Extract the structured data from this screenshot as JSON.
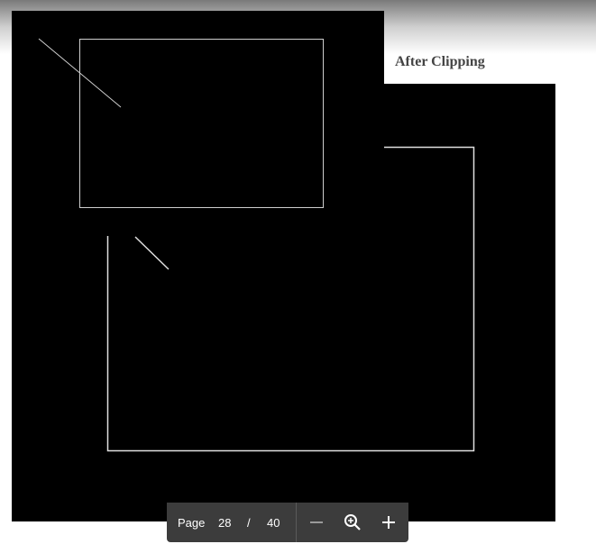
{
  "caption": "After Clipping",
  "toolbar": {
    "page_label": "Page",
    "current_page": "28",
    "separator": "/",
    "total_pages": "40",
    "zoom_out_icon": "minus-icon",
    "zoom_icon": "zoom-in-magnifier-icon",
    "zoom_in_icon": "plus-icon"
  },
  "colors": {
    "canvas": "#000000",
    "line": "#d8d8d8",
    "toolbar": "#3c3c3c",
    "caption": "#444444"
  }
}
